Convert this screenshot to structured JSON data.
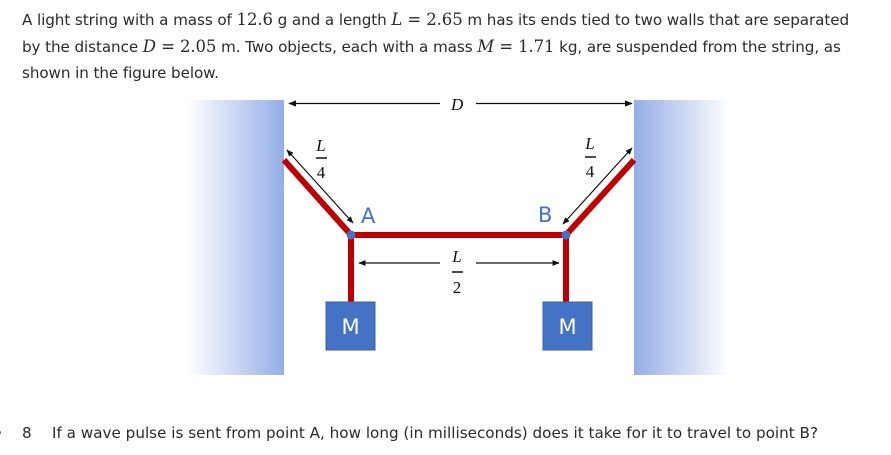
{
  "problem": {
    "line1": {
      "t1": "A light string with a mass of ",
      "mass_value": "12.6",
      "t2": " g and a length ",
      "length_var": "L",
      "eq1": " = ",
      "length_value": "2.65",
      "t3": " m has its ends tied to two walls that are separated"
    },
    "line2": {
      "t1": "by the distance ",
      "distance_var": "D",
      "eq1": " = ",
      "distance_value": "2.05",
      "t2": " m. Two objects, each with a mass ",
      "mass_var": "M",
      "eq2": " = ",
      "object_mass_value": "1.71",
      "t3": " kg, are suspended from the string, as"
    },
    "line3": "shown in the figure below."
  },
  "figure": {
    "distance_label": "D",
    "left_segment": {
      "numerator": "L",
      "denominator": "4"
    },
    "right_segment": {
      "numerator": "L",
      "denominator": "4"
    },
    "middle_segment": {
      "numerator": "L",
      "denominator": "2"
    },
    "point_a_label": "A",
    "point_b_label": "B",
    "left_mass_label": "M",
    "right_mass_label": "M",
    "colors": {
      "string": "#c00000",
      "point": "#4472c4",
      "mass_block": "#4472c4",
      "wall_dark": "#95aee8",
      "wall_light": "#ffffff"
    }
  },
  "question": {
    "number": "8",
    "text": "If a wave pulse is sent from point A, how long (in milliseconds) does it take for it to travel to point B?"
  }
}
